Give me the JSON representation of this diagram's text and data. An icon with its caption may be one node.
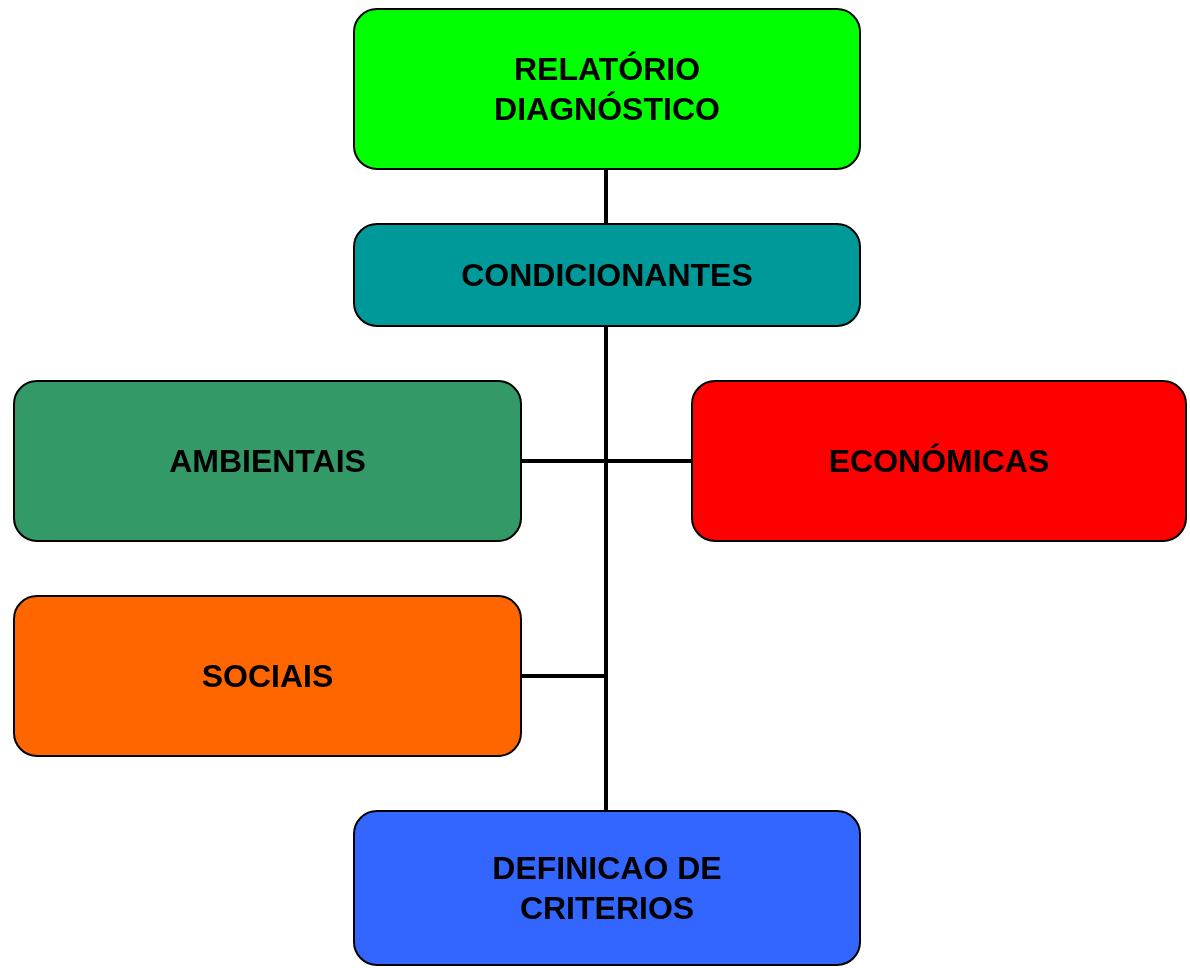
{
  "diagram": {
    "nodes": [
      {
        "text": [
          "RELATÓRIO DIAGNÓSTICO"
        ]
      },
      {
        "text": [
          "CONDICIONANTES"
        ]
      },
      {
        "text": [
          "AMBIENTAIS"
        ]
      },
      {
        "text": [
          "ECONÓMICAS"
        ]
      },
      {
        "text": [
          "SOCIAIS"
        ]
      },
      {
        "text": [
          "DEFINICAO DE CRITERIOS"
        ]
      }
    ],
    "edges": [
      {
        "from": 0,
        "to": 1,
        "arrow": "none"
      },
      {
        "from": 1,
        "to": 2,
        "arrow": "none"
      },
      {
        "from": 1,
        "to": 3,
        "arrow": "none"
      },
      {
        "from": 1,
        "to": 4,
        "arrow": "none"
      },
      {
        "from": 1,
        "to": 5,
        "arrow": "none"
      }
    ]
  }
}
